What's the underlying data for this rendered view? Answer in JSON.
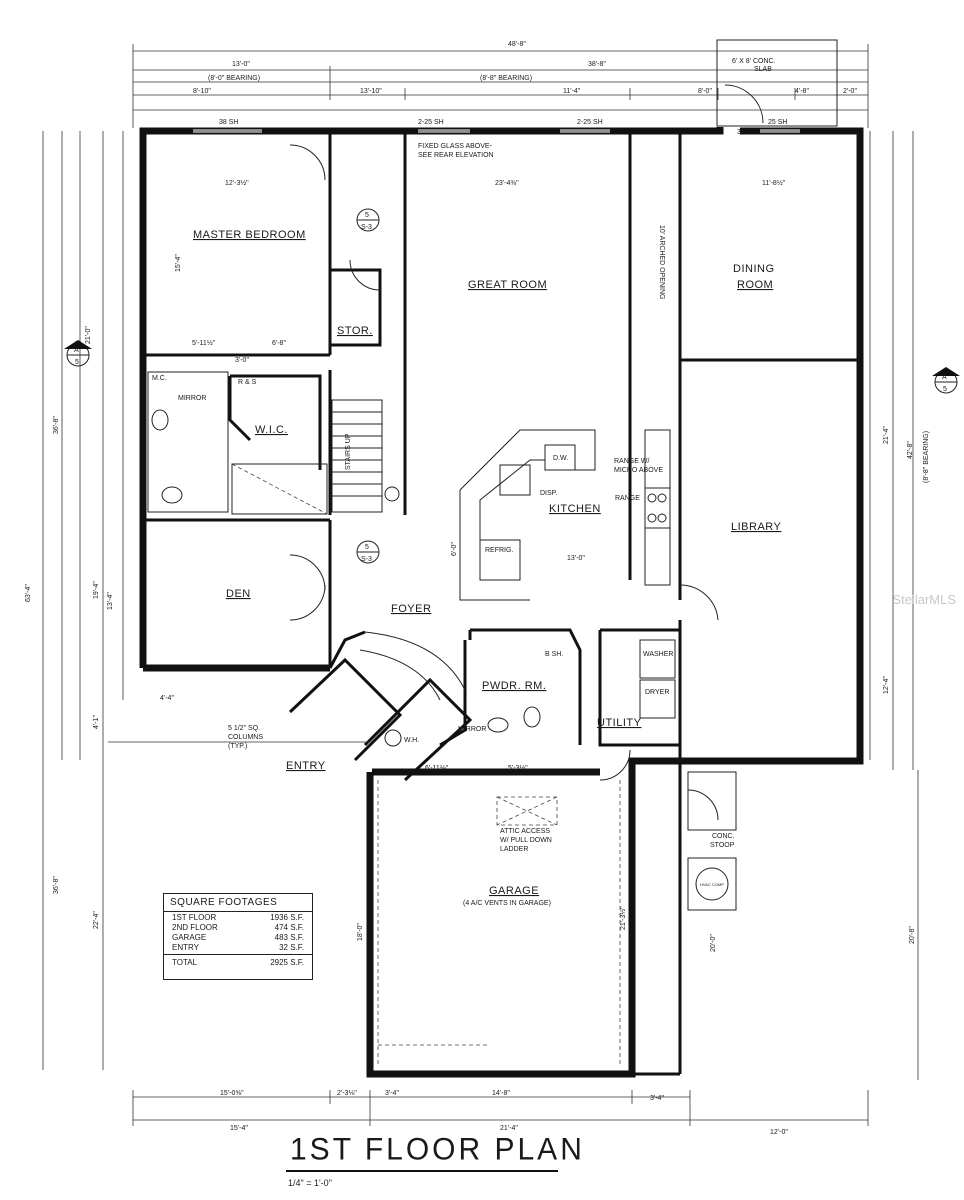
{
  "title": "1ST FLOOR PLAN",
  "scale": "1/4\" = 1'-0\"",
  "watermark": "StellarMLS",
  "rooms": {
    "master_bedroom": "MASTER BEDROOM",
    "great_room": "GREAT ROOM",
    "dining_room_line1": "DINING",
    "dining_room_line2": "ROOM",
    "stor": "STOR.",
    "wic": "W.I.C.",
    "kitchen": "KITCHEN",
    "library": "LIBRARY",
    "den": "DEN",
    "foyer": "FOYER",
    "pwdr": "PWDR. RM.",
    "utility": "UTILITY",
    "entry": "ENTRY",
    "garage": "GARAGE",
    "garage_note": "(4 A/C VENTS IN GARAGE)"
  },
  "notes": {
    "fixed_glass_1": "FIXED GLASS ABOVE-",
    "fixed_glass_2": "SEE REAR ELEVATION",
    "arched_opening": "10' ARCHED OPENING",
    "range_micro_1": "RANGE W/",
    "range_micro_2": "MICRO ABOVE",
    "range": "RANGE",
    "dw": "D.W.",
    "disp": "DISP.",
    "refrig": "REFRIG.",
    "mirror": "MIRROR",
    "mc": "M.C.",
    "rs": "R & S",
    "stairs_up": "STAIRS UP",
    "washer": "WASHER",
    "dryer": "DRYER",
    "wh": "W.H.",
    "columns_1": "5 1/2\" SQ.",
    "columns_2": "COLUMNS",
    "columns_3": "(TYP.)",
    "attic_1": "ATTIC ACCESS",
    "attic_2": "W/ PULL DOWN",
    "attic_3": "LADDER",
    "stoop_1": "CONC.",
    "stoop_2": "STOOP",
    "slab_1": "6' X 8' CONC.",
    "slab_2": "SLAB",
    "hvac": "HVAC COMP",
    "b_sh": "B SH.",
    "section_a": "A",
    "section_5": "5",
    "detail_5": "5",
    "detail_s3": "S-3"
  },
  "dimensions": {
    "overall_width": "48'-8\"",
    "d_13_0": "13'-0\"",
    "d_38_8": "38'-8\"",
    "bearing_8_0": "(8'-0\" BEARING)",
    "bearing_8_8": "(8'-8\" BEARING)",
    "d_8_10": "8'-10\"",
    "d_13_10": "13'-10\"",
    "d_11_4": "11'-4\"",
    "d_8_0": "8'-0\"",
    "d_4_8": "4'-8\"",
    "d_2_0": "2'-0\"",
    "sh_38": "38 SH",
    "sh_2_25_a": "2-25 SH",
    "sh_2_25_b": "2-25 SH",
    "d_3_0": "3'-0\"",
    "sh_25": "25 SH",
    "d_12_3": "12'-3½\"",
    "d_23_4": "23'-4⅜\"",
    "d_11_8": "11'-8½\"",
    "d_15_4": "15'-4\"",
    "d_21_0": "21'-0\"",
    "d_36_8": "36'-8\"",
    "d_63_4": "63'-4\"",
    "d_19_4": "19'-4\"",
    "d_22_4": "22'-4\"",
    "d_36_8b": "36'-8\"",
    "d_42_8": "42'-8\"",
    "bearing_right": "(8'-8\" BEARING)",
    "d_21_4": "21'-4\"",
    "d_12_4": "12'-4\"",
    "d_20_8": "20'-8\"",
    "d_14_8": "14'-8\"",
    "d_15_0": "15'-0⅝\"",
    "d_2_3": "2'-3⅛\"",
    "d_3_4a": "3'-4\"",
    "d_3_4b": "3'-4\"",
    "d_15_4b": "15'-4\"",
    "d_21_4b": "21'-4\"",
    "d_12_0": "12'-0\"",
    "d_13_0b": "13'-0\"",
    "d_6_11": "6'-11⅛\"",
    "d_5_3": "5'-3½\"",
    "d_4_4": "4'-4\"",
    "d_13_4": "13'-4\"",
    "d_4_1": "4'-1\"",
    "d_5_11": "5'-11½\"",
    "d_6_8": "6'-8\"",
    "d_20_0": "20'-0\"",
    "d_18_0": "18'-0\"",
    "d_21_3": "21'-3½\"",
    "d_6_0": "6'-0\""
  },
  "square_footages": {
    "header": "SQUARE FOOTAGES",
    "rows": [
      {
        "label": "1ST FLOOR",
        "value": "1936 S.F."
      },
      {
        "label": "2ND FLOOR",
        "value": "474 S.F."
      },
      {
        "label": "GARAGE",
        "value": "483 S.F."
      },
      {
        "label": "ENTRY",
        "value": "32 S.F."
      }
    ],
    "total_label": "TOTAL",
    "total_value": "2925 S.F."
  }
}
